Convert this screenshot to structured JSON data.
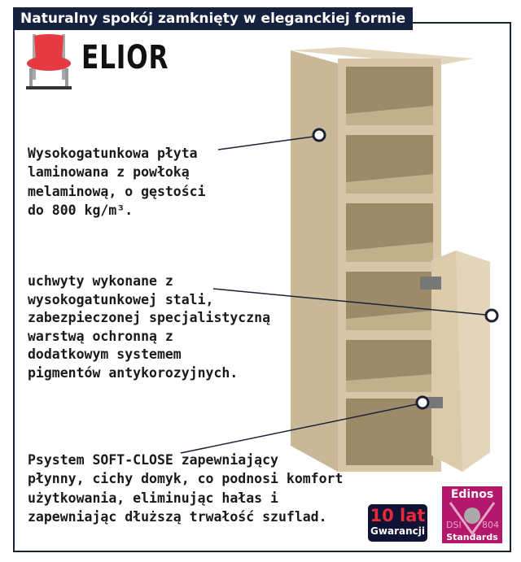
{
  "header": {
    "title": "Naturalny spokój zamknięty w eleganckiej formie"
  },
  "brand": {
    "name": "ELIOR",
    "icon": "chair-icon"
  },
  "features": [
    {
      "lines": [
        "Wysokogatunkowa płyta",
        "laminowana z powłoką",
        "melaminową, o gęstości",
        "do 800 kg/m³."
      ]
    },
    {
      "lines": [
        "uchwyty wykonane z",
        "wysokogatunkowej stali,",
        "zabezpieczonej specjalistyczną",
        "warstwą ochronną z",
        "dodatkowym systemem",
        "pigmentów antykorozyjnych."
      ]
    },
    {
      "lines": [
        "Psystem SOFT-CLOSE zapewniający",
        "płynny, cichy domyk, co podnosi komfort",
        "użytkowania, eliminując hałas i",
        "zapewniając dłuższą trwałość szuflad."
      ]
    }
  ],
  "badges": {
    "warranty": {
      "big": "10 lat",
      "small": "Gwarancji"
    },
    "standard": {
      "title": "Edinos",
      "left": "DSI",
      "right": "804",
      "bottom": "Standards"
    }
  },
  "colors": {
    "navy": "#16213d",
    "accent": "#e8293a",
    "badge": "#b3186c",
    "wood": "#d7c7a8"
  }
}
